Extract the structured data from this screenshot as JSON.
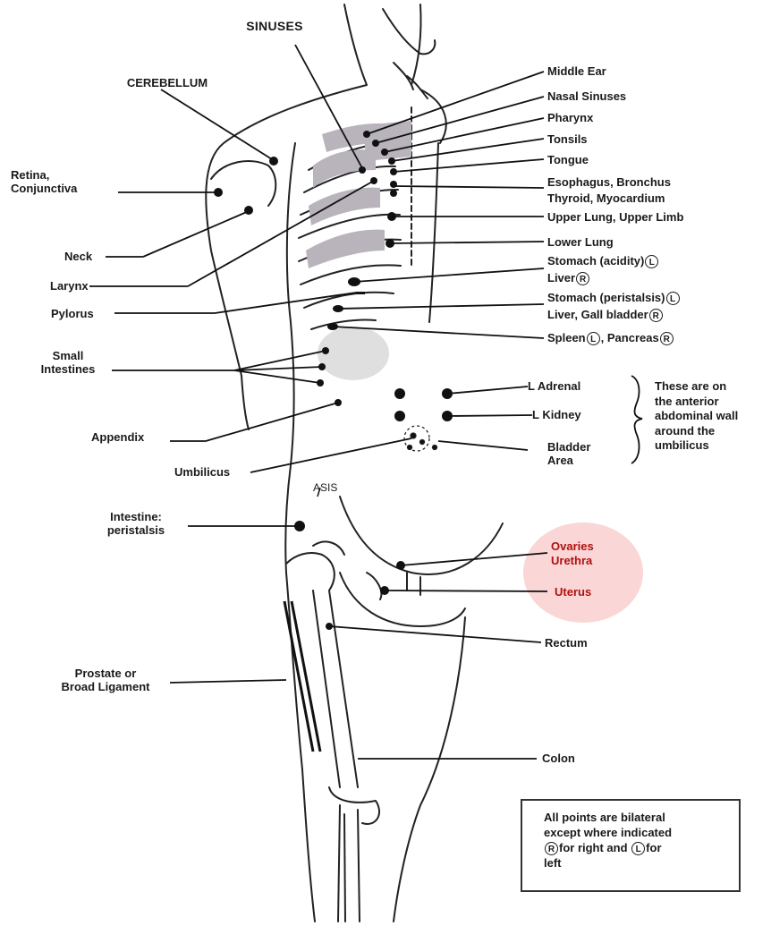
{
  "labels": {
    "sinuses": "SINUSES",
    "cerebellum": "CEREBELLUM",
    "retina_conjunctiva": [
      "Retina,",
      "Conjunctiva"
    ],
    "neck": "Neck",
    "larynx": "Larynx",
    "pylorus": "Pylorus",
    "small_intestines": [
      "Small",
      "Intestines"
    ],
    "appendix": "Appendix",
    "umbilicus": "Umbilicus",
    "asis": "ASIS",
    "intestine_peristalsis": [
      "Intestine:",
      "peristalsis"
    ],
    "prostate": [
      "Prostate or",
      "Broad Ligament"
    ],
    "middle_ear": "Middle Ear",
    "nasal_sinuses": "Nasal Sinuses",
    "pharynx": "Pharynx",
    "tonsils": "Tonsils",
    "tongue": "Tongue",
    "esophagus_bronchus": "Esophagus, Bronchus",
    "thyroid_myocardium": "Thyroid, Myocardium",
    "upper_lung_limb": "Upper Lung, Upper Limb",
    "lower_lung": "Lower Lung",
    "stomach_acidity": "Stomach (acidity)",
    "liver": "Liver",
    "stomach_peristalsis": "Stomach (peristalsis)",
    "liver_gall_bladder": "Liver, Gall bladder",
    "spleen": "Spleen",
    "pancreas": "Pancreas",
    "l_adrenal": "L Adrenal",
    "l_kidney": "L Kidney",
    "bladder_area": [
      "Bladder",
      "Area"
    ],
    "anterior_note": [
      "These are on",
      "the anterior",
      "abdominal wall",
      "around the",
      "umbilicus"
    ],
    "ovaries_urethra": [
      "Ovaries",
      "Urethra"
    ],
    "uterus": "Uterus",
    "rectum": "Rectum",
    "colon": "Colon"
  },
  "markers": {
    "left": "L",
    "right": "R",
    "comma": ","
  },
  "legend": {
    "line1": "All points are bilateral",
    "line2": "except where indicated",
    "for_right": "for right and",
    "for_left": "for",
    "left_word": "left"
  },
  "colors": {
    "ink": "#1a1a1a",
    "shading": "#b9b3bb",
    "highlight": "#f08282"
  }
}
